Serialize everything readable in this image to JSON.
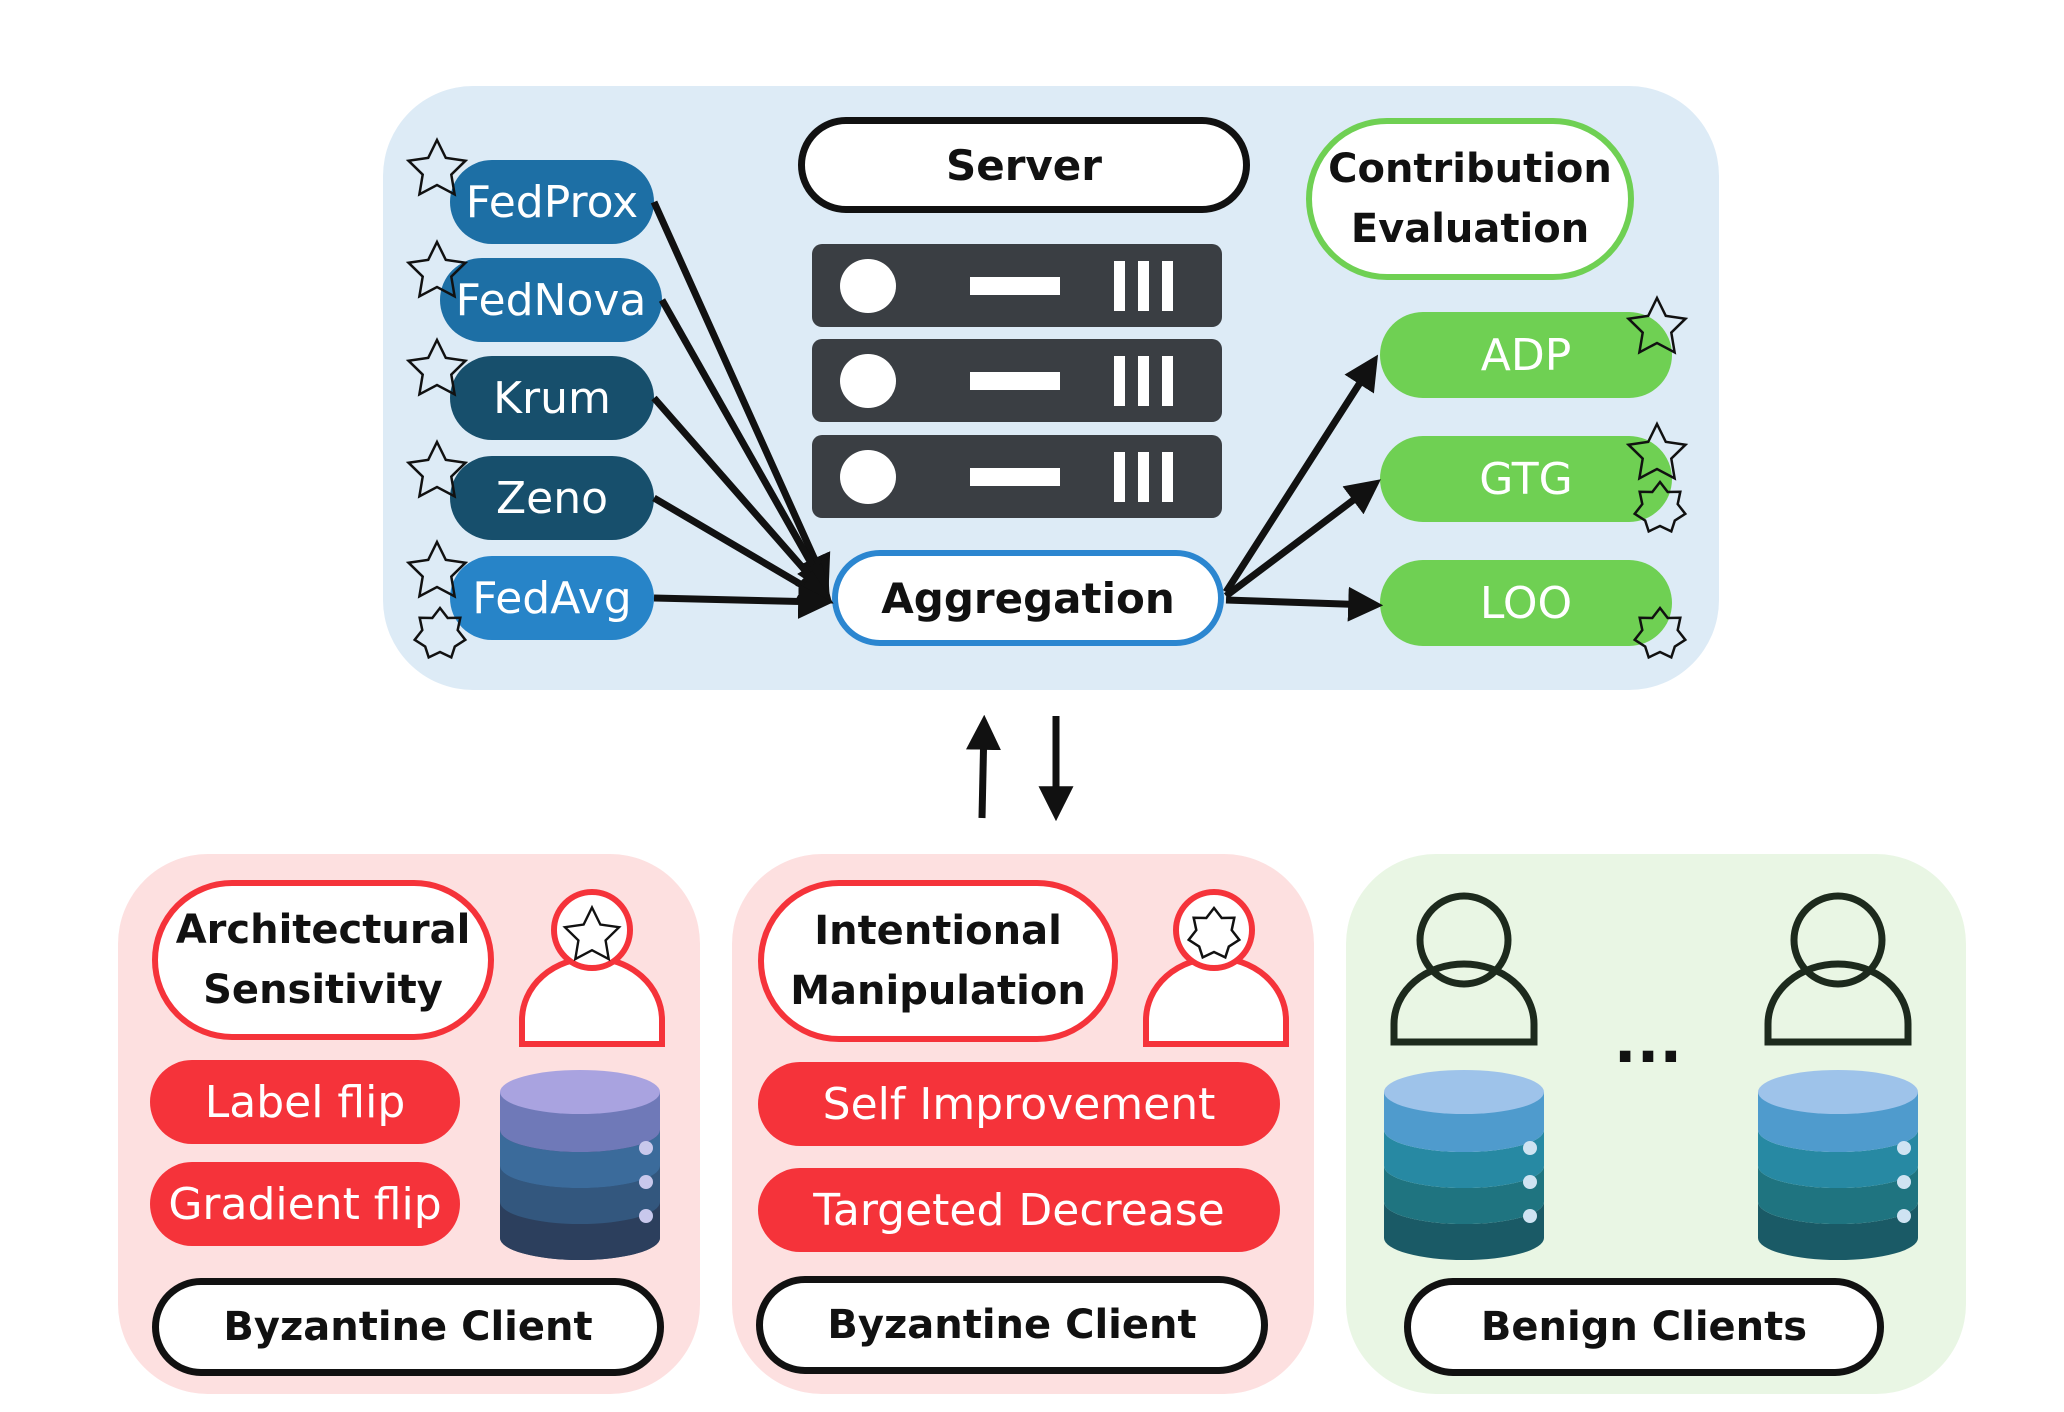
{
  "server": {
    "title": "Server",
    "aggregation": "Aggregation",
    "contribution": {
      "line1": "Contribution",
      "line2": "Evaluation"
    },
    "aggregators": [
      "FedProx",
      "FedNova",
      "Krum",
      "Zeno",
      "FedAvg"
    ],
    "evaluators": [
      "ADP",
      "GTG",
      "LOO"
    ]
  },
  "clients": {
    "architectural": {
      "title_line1": "Architectural",
      "title_line2": "Sensitivity",
      "attacks": [
        "Label flip",
        "Gradient flip"
      ],
      "label": "Byzantine Client"
    },
    "intentional": {
      "title_line1": "Intentional",
      "title_line2": "Manipulation",
      "attacks": [
        "Self Improvement",
        "Targeted Decrease"
      ],
      "label": "Byzantine Client"
    },
    "benign": {
      "ellipsis": "...",
      "label": "Benign Clients"
    }
  },
  "colors": {
    "server_panel": "#ddebf6",
    "byzantine_panel": "#fde0e0",
    "benign_panel": "#e9f6e4",
    "fedprox": "#1d6fa5",
    "krum": "#174f6c",
    "fedavg": "#2784c8",
    "evaluator": "#6fd053",
    "attack": "#f5333a",
    "aggregation_border": "#2b86d0",
    "contribution_border": "#6fd053"
  },
  "icons": [
    "star-icon",
    "server-rack-icon",
    "user-icon",
    "database-icon",
    "arrow-icon"
  ]
}
